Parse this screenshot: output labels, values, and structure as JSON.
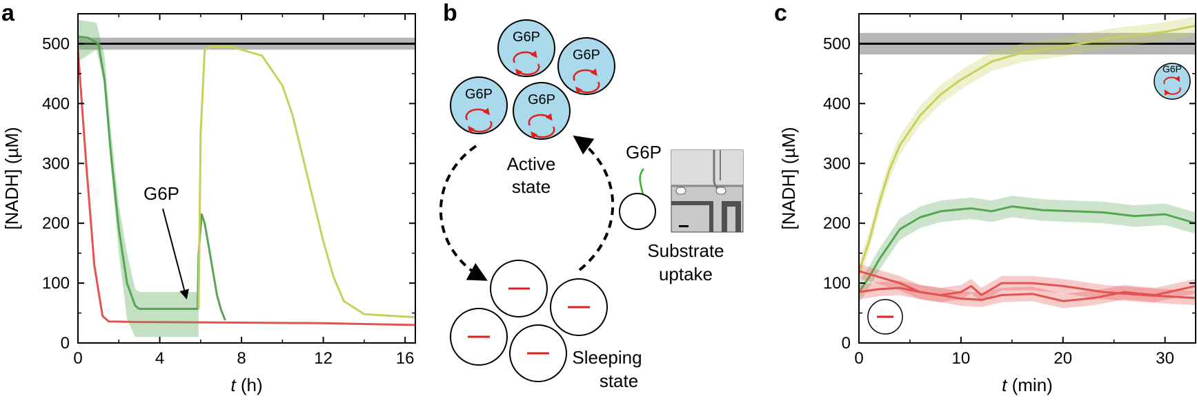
{
  "panels": {
    "a": "a",
    "b": "b",
    "c": "c"
  },
  "colors": {
    "reference": "#000000",
    "reference_band": "#9e9e9e",
    "yellow": "#c8cf5a",
    "green": "#55a553",
    "red": "#e3534f",
    "cell_fill": "#a9d9ea"
  },
  "chart_data": [
    {
      "type": "line",
      "panel": "a",
      "xlabel_var": "t",
      "xlabel_unit": " (h)",
      "ylabel": "[NADH] (µM)",
      "xlim": [
        0,
        16.5
      ],
      "ylim": [
        0,
        550
      ],
      "xticks": [
        0,
        4,
        8,
        12,
        16
      ],
      "yticks": [
        0,
        100,
        200,
        300,
        400,
        500
      ],
      "annotation": "G6P",
      "series": [
        {
          "color": "black",
          "band": 10,
          "x": [
            0,
            16.5
          ],
          "y": [
            500,
            500
          ]
        },
        {
          "color": "red",
          "x": [
            0,
            0.4,
            0.8,
            1.2,
            1.5,
            3,
            8,
            12,
            16.5
          ],
          "y": [
            490,
            300,
            130,
            45,
            36,
            35,
            34,
            33,
            30
          ]
        },
        {
          "color": "green",
          "x": [
            0,
            0.5,
            1.0,
            1.3,
            1.6,
            2.0,
            2.4,
            2.8,
            3.0,
            5.85,
            5.9,
            6.05,
            6.2,
            6.4,
            6.6,
            6.8,
            7.0,
            7.2
          ],
          "y": [
            512,
            510,
            500,
            440,
            320,
            190,
            100,
            62,
            57,
            57,
            150,
            215,
            200,
            160,
            120,
            80,
            55,
            38
          ],
          "band_x": [
            0,
            0.9,
            1.3,
            1.6,
            2.0,
            2.4,
            2.8,
            3.0,
            5.9
          ],
          "band_lo": [
            470,
            490,
            430,
            300,
            150,
            40,
            10,
            10,
            10
          ],
          "band_hi": [
            540,
            535,
            480,
            360,
            230,
            150,
            90,
            85,
            85
          ]
        },
        {
          "color": "yellow",
          "x": [
            5.9,
            6.0,
            6.2,
            6.5,
            7.5,
            9,
            10,
            10.5,
            11,
            11.5,
            12,
            12.5,
            13,
            14,
            16.5
          ],
          "y": [
            57,
            350,
            490,
            495,
            495,
            480,
            430,
            380,
            310,
            240,
            170,
            110,
            70,
            48,
            43
          ]
        }
      ]
    },
    {
      "type": "line",
      "panel": "c",
      "xlabel_var": "t",
      "xlabel_unit": " (min)",
      "ylabel": "[NADH] (µM)",
      "xlim": [
        0,
        33
      ],
      "ylim": [
        0,
        550
      ],
      "xticks": [
        0,
        10,
        20,
        30
      ],
      "yticks": [
        0,
        100,
        200,
        300,
        400,
        500
      ],
      "series": [
        {
          "color": "black",
          "band": 18,
          "x": [
            0,
            33
          ],
          "y": [
            500,
            500
          ]
        },
        {
          "color": "yellow",
          "band": 16,
          "x": [
            0,
            1,
            2,
            3,
            4,
            6,
            8,
            10,
            13,
            16,
            20,
            25,
            30,
            33
          ],
          "y": [
            120,
            170,
            235,
            290,
            330,
            380,
            415,
            440,
            470,
            485,
            495,
            510,
            520,
            530
          ]
        },
        {
          "color": "green",
          "band": 18,
          "x": [
            0,
            1,
            2,
            3,
            4,
            6,
            8,
            11,
            13,
            15,
            18,
            21,
            24,
            27,
            30,
            33
          ],
          "y": [
            85,
            110,
            140,
            165,
            190,
            210,
            220,
            225,
            220,
            228,
            222,
            220,
            218,
            212,
            215,
            200
          ]
        },
        {
          "color": "red",
          "band": 12,
          "x": [
            0,
            2,
            4,
            6,
            8,
            10,
            12,
            14,
            17,
            20,
            23,
            26,
            29,
            33
          ],
          "y": [
            85,
            90,
            92,
            85,
            80,
            74,
            72,
            80,
            82,
            70,
            75,
            85,
            80,
            95
          ]
        },
        {
          "color": "red",
          "band": 12,
          "x": [
            0,
            2,
            4,
            6,
            8,
            10,
            11,
            12,
            14,
            17,
            20,
            24,
            28,
            33
          ],
          "y": [
            120,
            110,
            100,
            85,
            80,
            85,
            95,
            80,
            100,
            100,
            95,
            85,
            80,
            75
          ]
        }
      ]
    }
  ],
  "diagram": {
    "molecule": "G6P",
    "active_label_1": "Active",
    "active_label_2": "state",
    "sleeping_label_1": "Sleeping",
    "sleeping_label_2": "state",
    "uptake_label_1": "Substrate",
    "uptake_label_2": "uptake"
  }
}
